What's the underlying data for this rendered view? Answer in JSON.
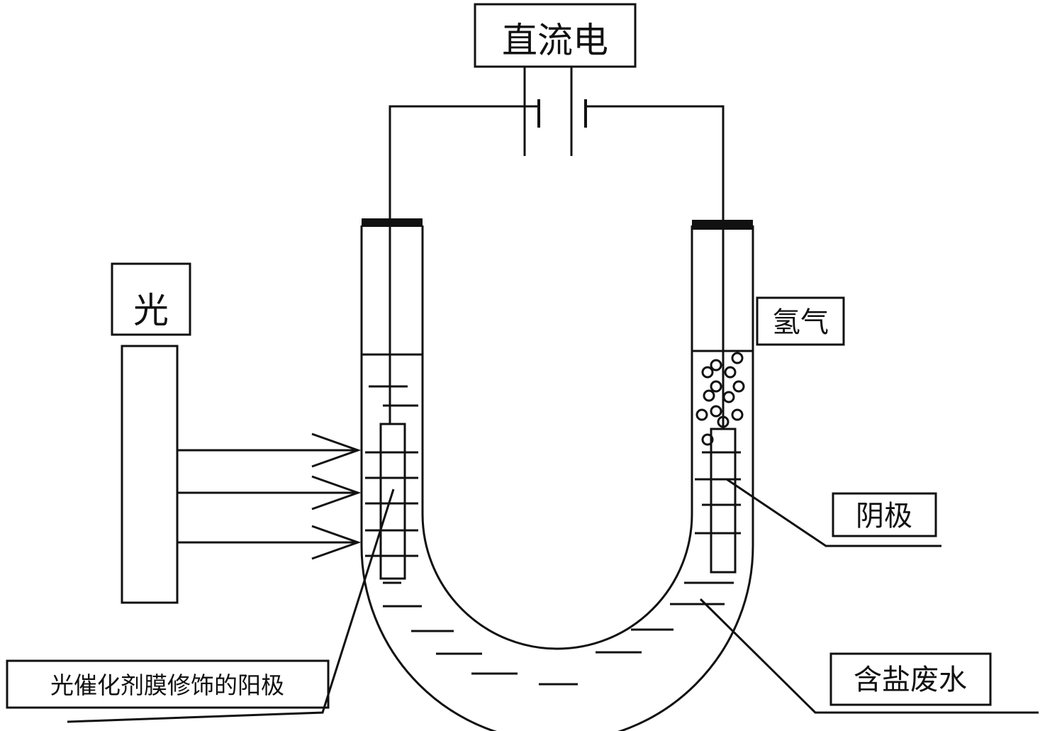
{
  "labels": {
    "power": "直流电",
    "light": "光",
    "hydrogen": "氢气",
    "cathode": "阴极",
    "photo_electrode": "光催化剂膜修饰的阳极",
    "wastewater": "含盐废水"
  },
  "colors": {
    "stroke": "#111111",
    "background": "#ffffff"
  }
}
